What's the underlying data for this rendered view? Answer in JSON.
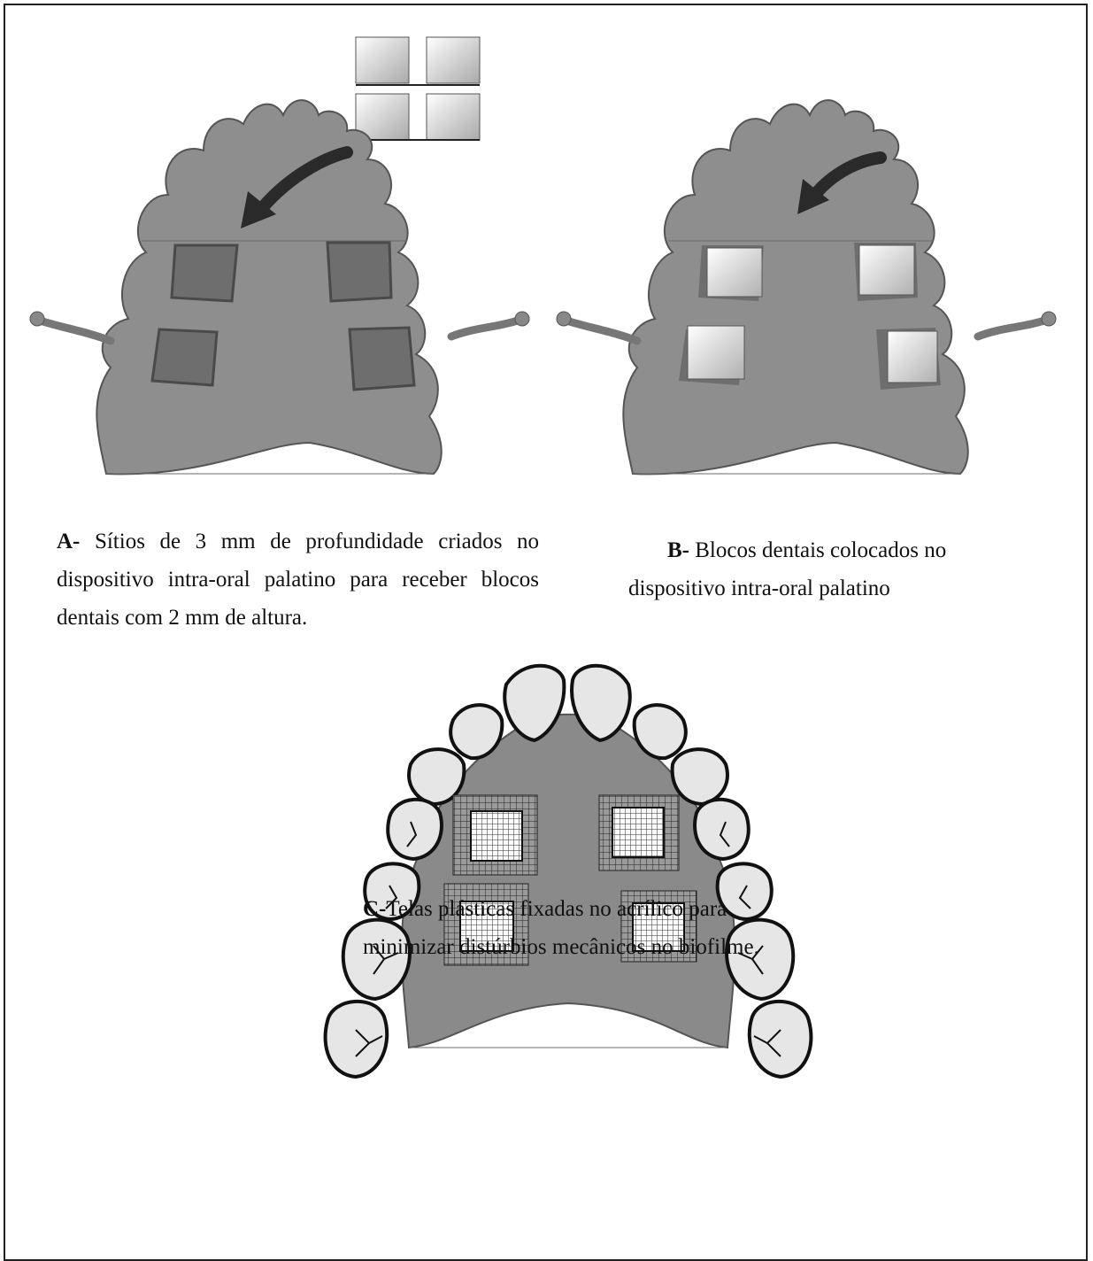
{
  "colors": {
    "acrylic": "#8c8c8c",
    "acrylic_edge": "#5e5e5e",
    "site": "#6f6f6f",
    "block_light": "#f2f2f2",
    "block_dark": "#a8a8a8",
    "arrow": "#2a2a2a",
    "tooth": "#e6e6e6",
    "mesh": "#333333"
  },
  "panel_a": {
    "caption_letter": "A-",
    "caption_text": " Sítios de 3 mm de profundidade criados no dispositivo intra-oral palatino para receber blocos dentais com 2 mm de altura."
  },
  "panel_b": {
    "caption_letter": "B-",
    "caption_line1": " Blocos dentais colocados no",
    "caption_line2": "dispositivo intra-oral palatino"
  },
  "panel_c": {
    "caption_letter": "C-",
    "caption_line1": "Telas plásticas fixadas no acrílico para",
    "caption_line2": "minimizar distúrbios mecânicos no biofilme."
  },
  "icons": [
    "curved-arrow-icon",
    "dental-block-icon",
    "plastic-mesh-icon",
    "tooth-icon"
  ]
}
